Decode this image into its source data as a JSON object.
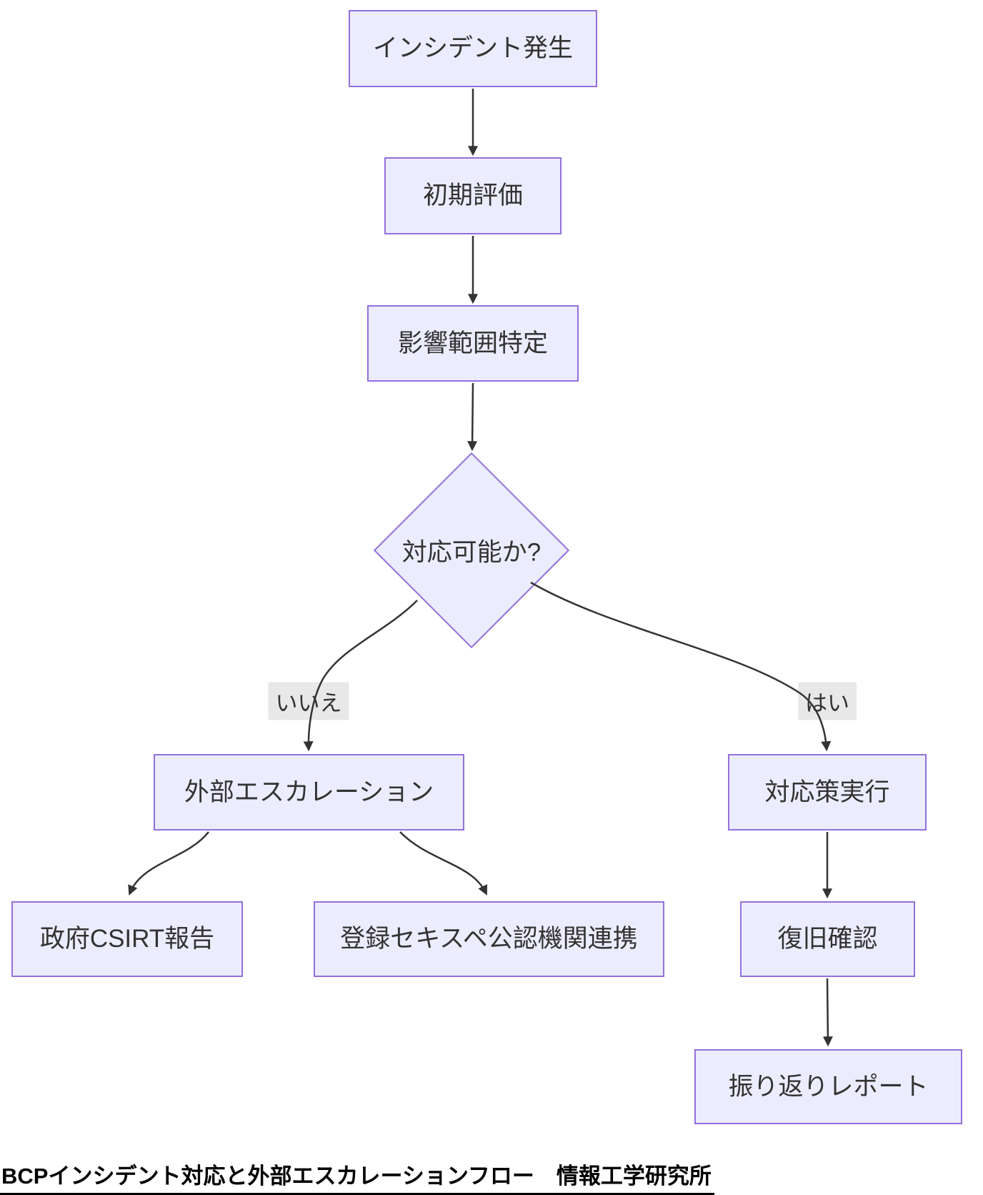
{
  "diagram": {
    "type": "flowchart",
    "title": "BCPインシデント対応と外部エスカレーションフロー　情報工学研究所",
    "colors": {
      "node_fill": "#ECECFF",
      "node_border": "#9370DB",
      "edge_color": "#333333",
      "edge_label_bg": "#e8e8e8",
      "text_color": "#333333",
      "title_color": "#000000",
      "background": "#ffffff"
    },
    "nodes": {
      "incident": {
        "label": "インシデント発生",
        "shape": "rect"
      },
      "initial_assessment": {
        "label": "初期評価",
        "shape": "rect"
      },
      "impact_scope": {
        "label": "影響範囲特定",
        "shape": "rect"
      },
      "decision": {
        "label": "対応可能か?",
        "shape": "diamond"
      },
      "external_escalation": {
        "label": "外部エスカレーション",
        "shape": "rect"
      },
      "response_execution": {
        "label": "対応策実行",
        "shape": "rect"
      },
      "csirt_report": {
        "label": "政府CSIRT報告",
        "shape": "rect"
      },
      "certified_org": {
        "label": "登録セキスペ公認機関連携",
        "shape": "rect"
      },
      "recovery_check": {
        "label": "復旧確認",
        "shape": "rect"
      },
      "retrospective_report": {
        "label": "振り返りレポート",
        "shape": "rect"
      }
    },
    "edges": [
      {
        "from": "incident",
        "to": "initial_assessment",
        "label": ""
      },
      {
        "from": "initial_assessment",
        "to": "impact_scope",
        "label": ""
      },
      {
        "from": "impact_scope",
        "to": "decision",
        "label": ""
      },
      {
        "from": "decision",
        "to": "external_escalation",
        "label": "いいえ"
      },
      {
        "from": "decision",
        "to": "response_execution",
        "label": "はい"
      },
      {
        "from": "external_escalation",
        "to": "csirt_report",
        "label": ""
      },
      {
        "from": "external_escalation",
        "to": "certified_org",
        "label": ""
      },
      {
        "from": "response_execution",
        "to": "recovery_check",
        "label": ""
      },
      {
        "from": "recovery_check",
        "to": "retrospective_report",
        "label": ""
      }
    ],
    "edge_labels": {
      "no": "いいえ",
      "yes": "はい"
    }
  }
}
